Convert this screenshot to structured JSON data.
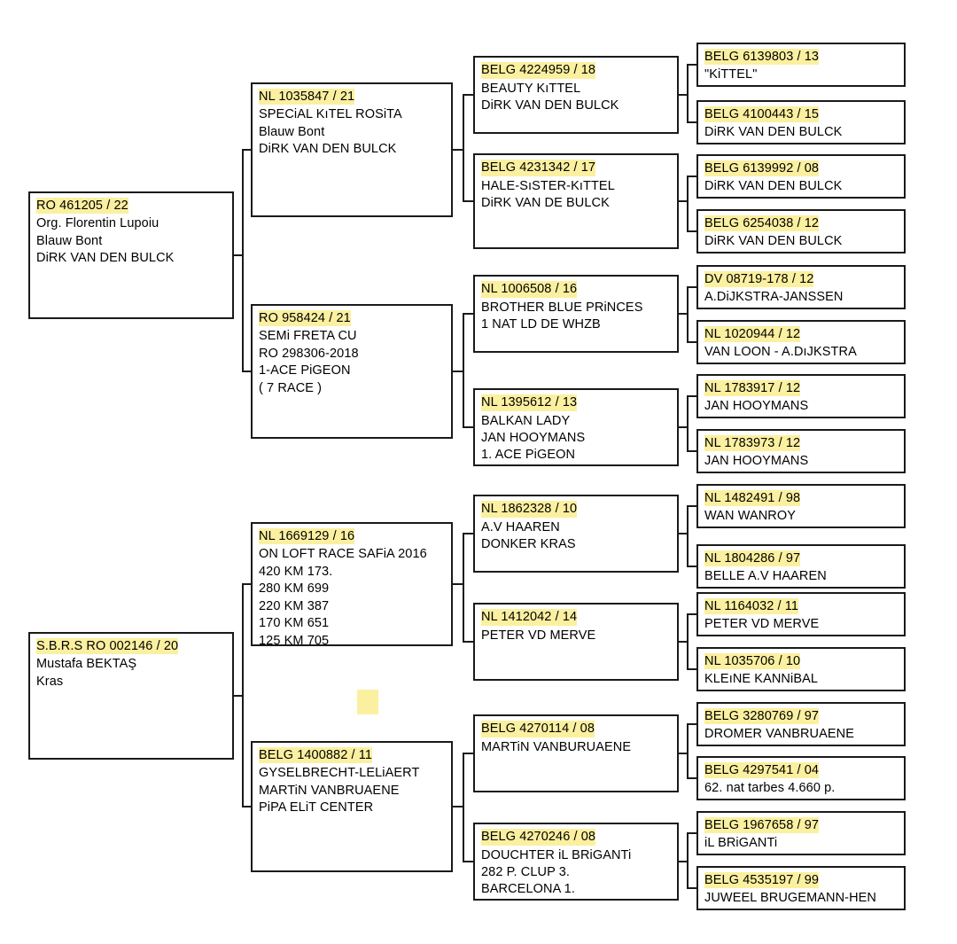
{
  "document": {
    "type": "pigeon-pedigree-chart",
    "highlight_color": "#fbf0a0",
    "border_color": "#1a1a1a",
    "background": "#ffffff"
  },
  "pedigree": {
    "roots": [
      {
        "id": "root-1",
        "ref": "RO 461205 / 22",
        "lines": [
          "Org. Florentin Lupoiu",
          "Blauw Bont",
          "DiRK VAN DEN BULCK"
        ]
      },
      {
        "id": "root-2",
        "ref": "S.B.R.S RO 002146 / 20",
        "lines": [
          "Mustafa BEKTAŞ",
          "Kras"
        ]
      }
    ],
    "generation2": [
      {
        "id": "g2-1",
        "ref": "NL 1035847 / 21",
        "lines": [
          "SPECiAL KıTEL ROSiTA",
          "Blauw Bont",
          "DiRK VAN DEN BULCK"
        ]
      },
      {
        "id": "g2-2",
        "ref": "RO 958424 / 21",
        "lines": [
          "SEMi FRETA CU",
          "RO 298306-2018",
          "1-ACE PiGEON",
          "( 7 RACE )"
        ]
      },
      {
        "id": "g2-3",
        "ref": "NL 1669129 / 16",
        "lines": [
          "ON LOFT RACE SAFiA 2016",
          "420 KM 173.",
          "280 KM 699",
          "220 KM 387",
          "170 KM 651",
          "125 KM 705"
        ]
      },
      {
        "id": "g2-4",
        "ref": "BELG 1400882 / 11",
        "lines": [
          "GYSELBRECHT-LELiAERT",
          "MARTiN VANBRUAENE",
          "PiPA ELiT CENTER"
        ]
      }
    ],
    "generation3": [
      {
        "id": "g3-1",
        "ref": "BELG 4224959 / 18",
        "lines": [
          "BEAUTY KıTTEL",
          "DiRK VAN DEN BULCK"
        ]
      },
      {
        "id": "g3-2",
        "ref": "BELG 4231342 / 17",
        "lines": [
          "HALE-SıSTER-KıTTEL",
          "DiRK VAN DE BULCK"
        ]
      },
      {
        "id": "g3-3",
        "ref": "NL 1006508 / 16",
        "lines": [
          "BROTHER BLUE PRiNCES",
          "1 NAT LD DE WHZB"
        ]
      },
      {
        "id": "g3-4",
        "ref": "NL 1395612 / 13",
        "lines": [
          "BALKAN LADY",
          "JAN HOOYMANS",
          "1. ACE PiGEON"
        ]
      },
      {
        "id": "g3-5",
        "ref": "NL 1862328 / 10",
        "lines": [
          "A.V HAAREN",
          "DONKER KRAS"
        ]
      },
      {
        "id": "g3-6",
        "ref": "NL 1412042 / 14",
        "lines": [
          "PETER VD MERVE"
        ]
      },
      {
        "id": "g3-7",
        "ref": "BELG 4270114 / 08",
        "lines": [
          "MARTiN VANBURUAENE"
        ]
      },
      {
        "id": "g3-8",
        "ref": "BELG 4270246 / 08",
        "lines": [
          "DOUCHTER iL BRiGANTi",
          "282 P. CLUP 3.",
          "BARCELONA 1."
        ]
      }
    ],
    "generation4": [
      {
        "id": "g4-1",
        "ref": "BELG 6139803 / 13",
        "lines": [
          "\"KiTTEL\""
        ]
      },
      {
        "id": "g4-2",
        "ref": "BELG 4100443 / 15",
        "lines": [
          "DiRK VAN DEN BULCK"
        ]
      },
      {
        "id": "g4-3",
        "ref": "BELG 6139992 / 08",
        "lines": [
          "DiRK VAN DEN BULCK"
        ]
      },
      {
        "id": "g4-4",
        "ref": "BELG 6254038 / 12",
        "lines": [
          "DiRK VAN DEN BULCK"
        ]
      },
      {
        "id": "g4-5",
        "ref": "DV 08719-178 / 12",
        "lines": [
          "A.DiJKSTRA-JANSSEN"
        ]
      },
      {
        "id": "g4-6",
        "ref": "NL 1020944 / 12",
        "lines": [
          "VAN LOON - A.DıJKSTRA"
        ]
      },
      {
        "id": "g4-7",
        "ref": "NL 1783917 / 12",
        "lines": [
          "JAN HOOYMANS"
        ]
      },
      {
        "id": "g4-8",
        "ref": "NL 1783973 / 12",
        "lines": [
          "JAN HOOYMANS"
        ]
      },
      {
        "id": "g4-9",
        "ref": "NL 1482491 / 98",
        "lines": [
          "WAN WANROY"
        ]
      },
      {
        "id": "g4-10",
        "ref": "NL 1804286 / 97",
        "lines": [
          "BELLE A.V HAAREN"
        ]
      },
      {
        "id": "g4-11",
        "ref": "NL 1164032 / 11",
        "lines": [
          "PETER VD MERVE"
        ]
      },
      {
        "id": "g4-12",
        "ref": "NL 1035706 / 10",
        "lines": [
          "KLEıNE KANNiBAL"
        ]
      },
      {
        "id": "g4-13",
        "ref": "BELG 3280769 / 97",
        "lines": [
          "DROMER VANBRUAENE"
        ]
      },
      {
        "id": "g4-14",
        "ref": "BELG 4297541 / 04",
        "lines": [
          "62. nat tarbes 4.660 p."
        ]
      },
      {
        "id": "g4-15",
        "ref": "BELG 1967658 / 97",
        "lines": [
          "iL BRiGANTi"
        ]
      },
      {
        "id": "g4-16",
        "ref": "BELG 4535197 / 99",
        "lines": [
          "JUWEEL BRUGEMANN-HEN"
        ]
      }
    ]
  }
}
